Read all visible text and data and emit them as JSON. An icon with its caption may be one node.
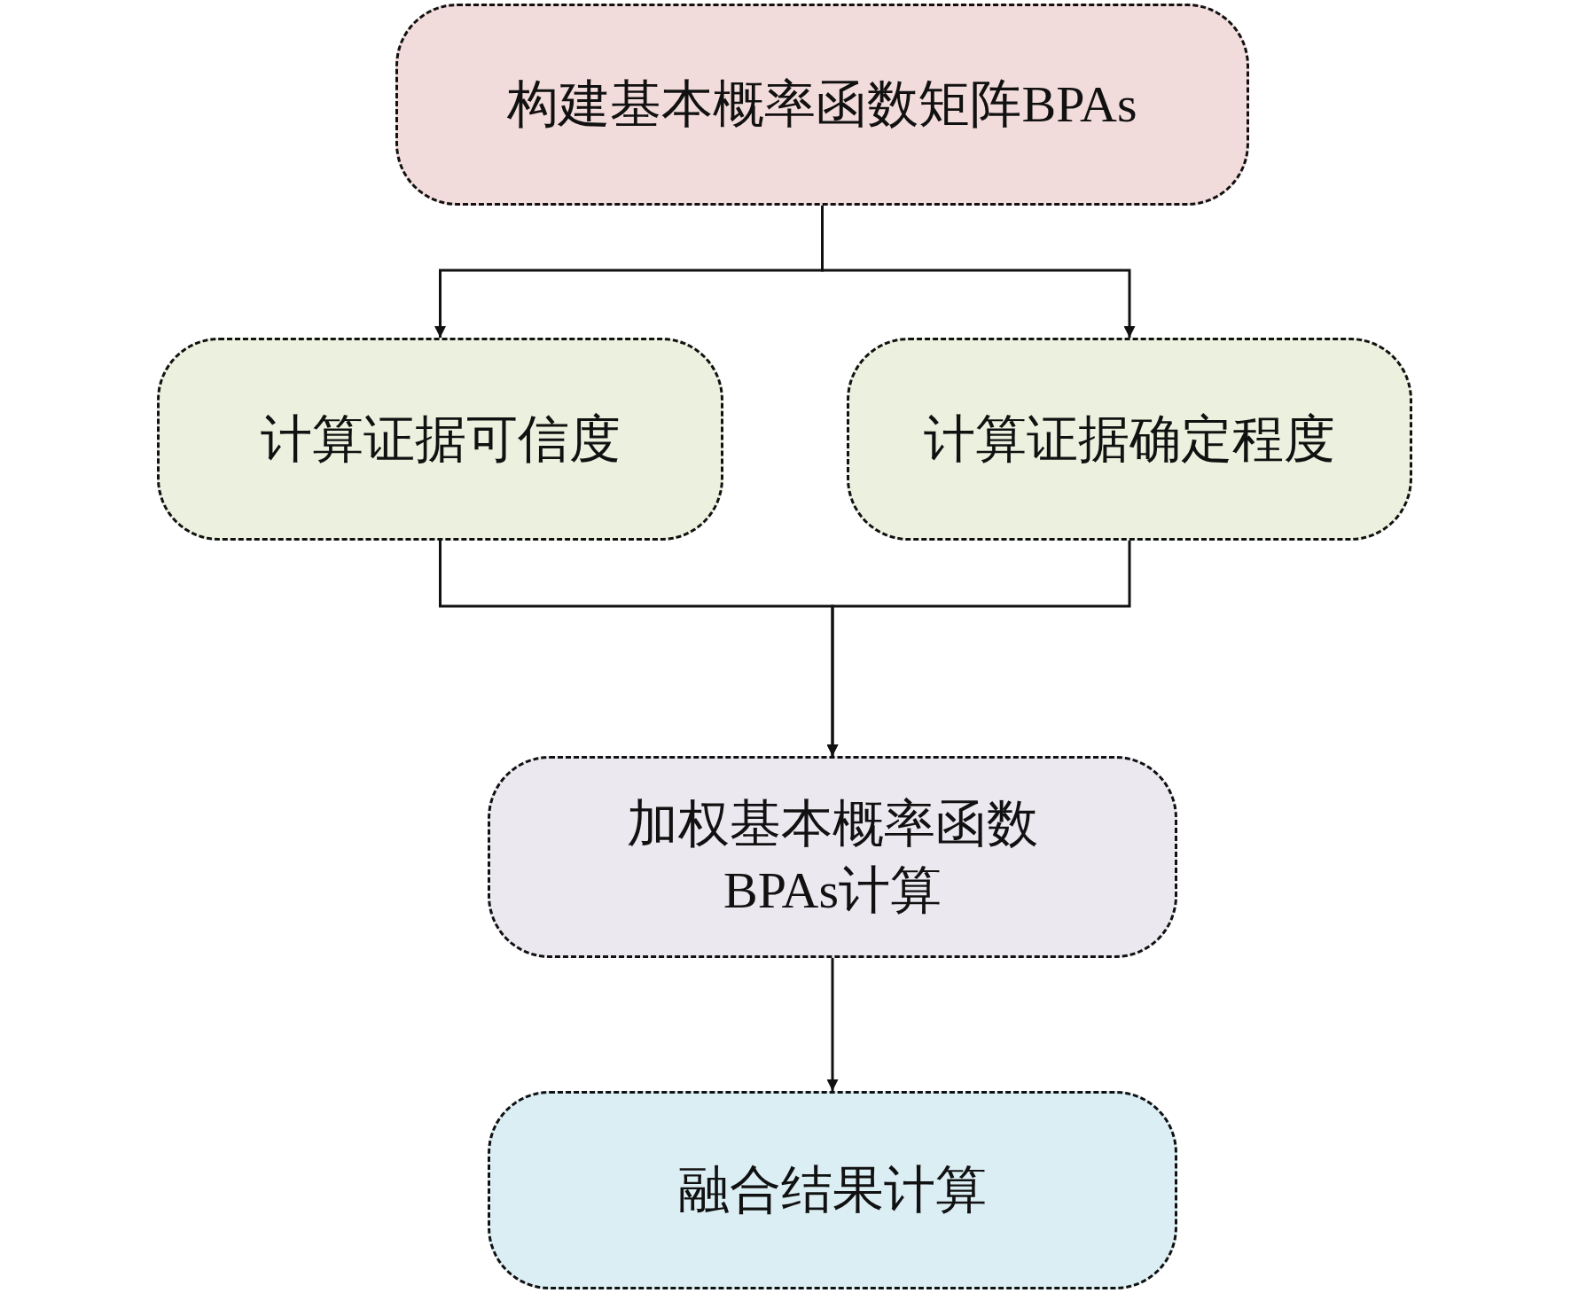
{
  "diagram": {
    "nodes": [
      {
        "text": [
          "构建基本概率函数矩阵BPAs"
        ]
      },
      {
        "text": [
          "计算证据可信度"
        ]
      },
      {
        "text": [
          "计算证据确定程度"
        ]
      },
      {
        "text": [
          "加权基本概率函数BPAs计算"
        ]
      },
      {
        "text": [
          "融合结果计算"
        ]
      }
    ],
    "edges": [
      {
        "from": 0,
        "to": 1,
        "arrow": "to"
      },
      {
        "from": 0,
        "to": 2,
        "arrow": "to"
      },
      {
        "from": 1,
        "to": 3,
        "arrow": "to"
      },
      {
        "from": 2,
        "to": 3,
        "arrow": "to"
      },
      {
        "from": 3,
        "to": 4,
        "arrow": "to"
      }
    ]
  }
}
